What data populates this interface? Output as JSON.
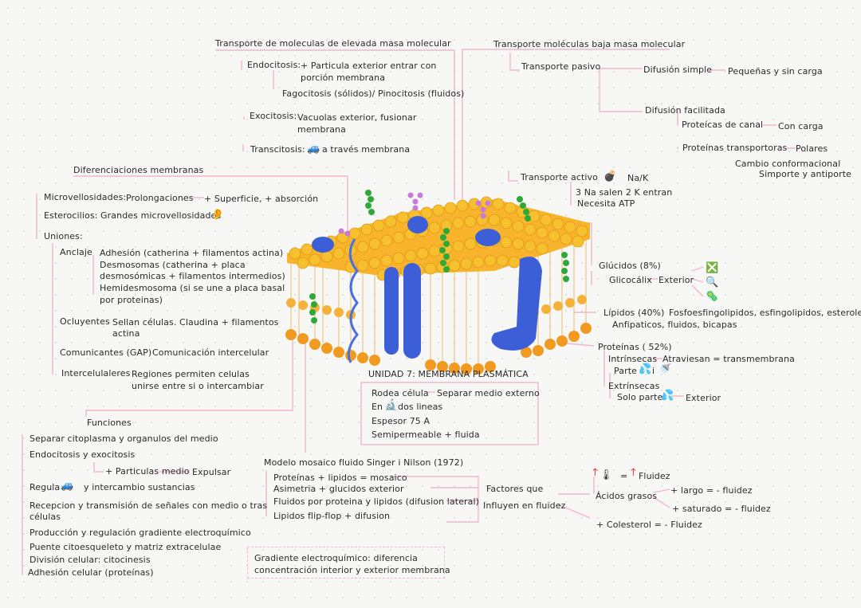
{
  "center": {
    "title": "UNIDAD 7: MEMBRANA PLASMÁTICA",
    "box": [
      "Rodea célula",
      "Separar medio externo",
      "En",
      "dos lineas",
      "Espesor 75 A",
      "Semipermeable + fluida"
    ]
  },
  "high_mass": {
    "title": "Transporte de moleculas de elevada masa molecular",
    "endo_label": "Endocitosis:",
    "endo_text1": "+ Particula exterior entrar con",
    "endo_text2": "porción membrana",
    "fago": "Fagocitosis (sólidos)/ Pinocitosis (fluidos)",
    "exo_label": "Exocitosis:",
    "exo_text1": "Vacuolas exterior, fusionar",
    "exo_text2": "membrana",
    "trans_label": "Transcitosis:",
    "trans_text": "a través membrana"
  },
  "low_mass": {
    "title": "Transporte moléculas baja masa molecular",
    "pasivo": "Transporte pasivo",
    "dif_simple": "Difusión simple",
    "pequenas": "Pequeñas y sin carga",
    "dif_facilitada": "Difusión facilitada",
    "canal": "Proteícas de canal",
    "con_carga": "Con carga",
    "transportoras": "Proteínas transportoras",
    "polares": "Polares",
    "cambio": "Cambio conformacional",
    "simporte": "Simporte y antiporte",
    "activo": "Transporte activo",
    "nak": "Na/K",
    "na_salen": "3 Na salen 2 K entran",
    "atp": "Necesita ATP"
  },
  "diferenciaciones": {
    "title": "Diferenciaciones membranas",
    "micro": "Microvellosidades:",
    "prolong": "Prolongaciones",
    "superficie": "+ Superficie, + absorción",
    "estereo": "Esterocilios: Grandes microvellosidades",
    "uniones": "Uniones:",
    "anclaje": "Anclaje",
    "adh1": "Adhesión (catherina + filamentos actina)",
    "adh2": "Desmosomas (catherina + placa",
    "adh3": "desmosómicas + filamentos intermedios)",
    "adh4": "Hemidesmosoma (si se une a placa basal",
    "adh5": "por proteinas)",
    "ocluyentes": "Ocluyentes",
    "ocl1": "Sellan células. Claudina + filamentos",
    "ocl2": "actina",
    "comunicantes": "Comunicantes (GAP)",
    "comunic": "Comunicación intercelular",
    "intercel": "Intercelulaleres",
    "int1": "Regiones permiten celulas",
    "int2": "unirse entre si o intercambiar"
  },
  "funciones": {
    "title": "Funciones",
    "f1": "Separar citoplasma y organulos del medio",
    "f2": "Endocitosis y exocitosis",
    "f2a": "+ Particulas medio",
    "f2b": "Expulsar",
    "f3a": "Regula",
    "f3b": "y intercambio sustancias",
    "f4a": "Recepcion y transmisión de señales con medio o tras",
    "f4b": "células",
    "f5": "Producción y regulación gradiente electroquímico",
    "f6": "Puente citoesqueleto y matriz extracelulae",
    "f7": "División celular: citocinesis",
    "f8": "Adhesión celular (proteínas)"
  },
  "modelo": {
    "title": "Modelo mosaico fluido Singer i Nilson (1972)",
    "m1": "Proteínas + lipidos = mosaico",
    "m2": "Asimetria + glucidos exterior",
    "m3": "Fluidos por proteina y lipidos (difusion lateral)",
    "m4": "Lipidos flip-flop + difusion",
    "gradiente1": "Gradiente electroquímico: diferencia",
    "gradiente2": "concentración interior y exterior membrana"
  },
  "fluidez": {
    "factores1": "Factores que",
    "factores2": "Influyen en fluidez",
    "temp": "= ",
    "fluidez": "Fluidez",
    "acidos": "Ácidos grasos",
    "largo": "+ largo = - fluidez",
    "saturado": "+ saturado = - fluidez",
    "colesterol": "+ Colesterol = - Fluidez"
  },
  "composicion": {
    "glucidos": "Glúcidos (8%)",
    "glicocalix": "Glicocálix",
    "exterior": "Exterior",
    "lipidos": "Lípidos (40%)",
    "lip_tipos": "Fosfoesfingolipidos, esfingolipidos, esteroles",
    "lip_prop": "Anfipaticos, fluidos, bicapas",
    "proteinas": "Proteínas ( 52%)",
    "intrinsecas": "Intrínsecas",
    "atraviesan": "Atraviesan = transmembrana",
    "parte": "Parte",
    "i": "i",
    "extrinsecas": "Extrínsecas",
    "solo_parte": "Solo parte",
    "exterior2": "Exterior"
  },
  "colors": {
    "line": "#f0b8c4",
    "head": "#f6a623",
    "protein": "#3c5fd8",
    "glyco": "#2fa83a",
    "sugar": "#c77ad8"
  }
}
